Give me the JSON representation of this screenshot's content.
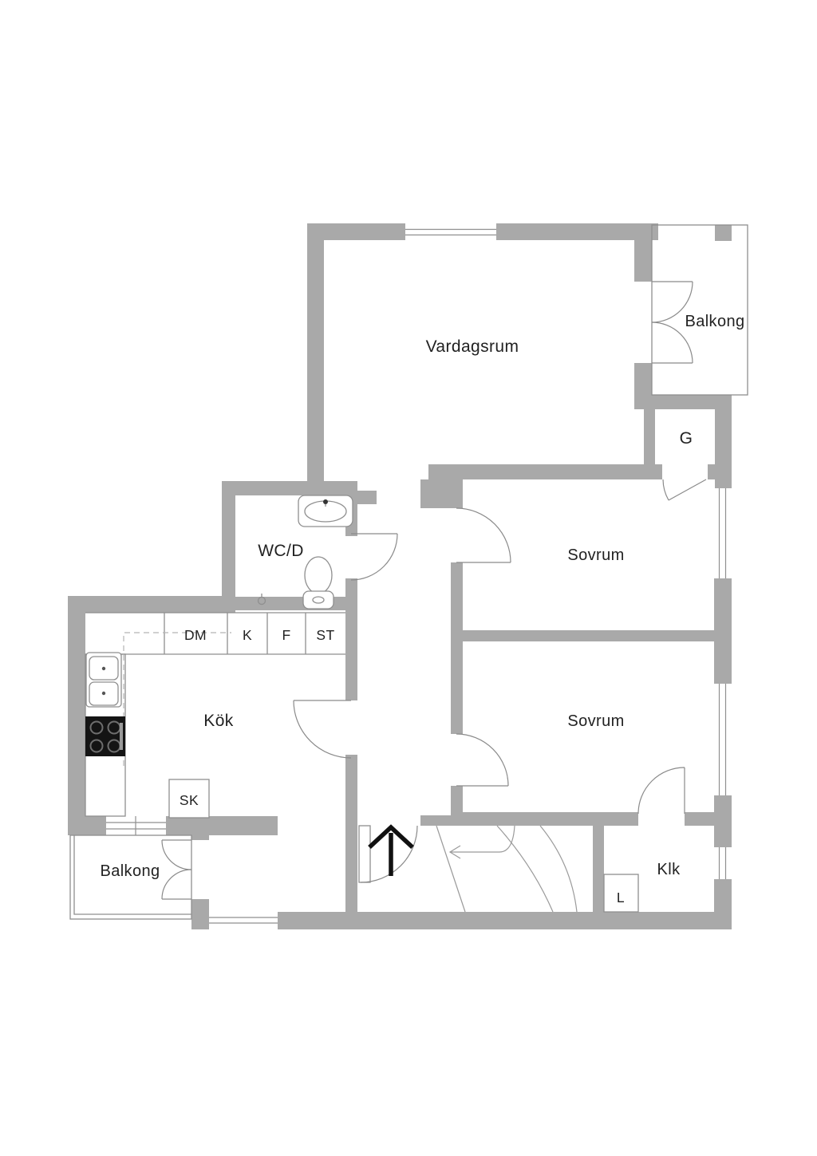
{
  "plan": {
    "colors": {
      "wall": "#a9a9a9",
      "line": "#8f8f8f",
      "text": "#222222",
      "background": "#ffffff"
    },
    "labels": {
      "living_room": "Vardagsrum",
      "balcony_top_right": "Balkong",
      "balcony_bottom_left": "Balkong",
      "bedroom_top": "Sovrum",
      "bedroom_bottom": "Sovrum",
      "bathroom": "WC/D",
      "kitchen": "Kök",
      "closet_g": "G",
      "walk_in_closet": "Klk",
      "closet_l": "L",
      "closet_sk": "SK",
      "dishwasher": "DM",
      "fridge": "K",
      "freezer": "F",
      "tall_cabinet": "ST"
    }
  }
}
